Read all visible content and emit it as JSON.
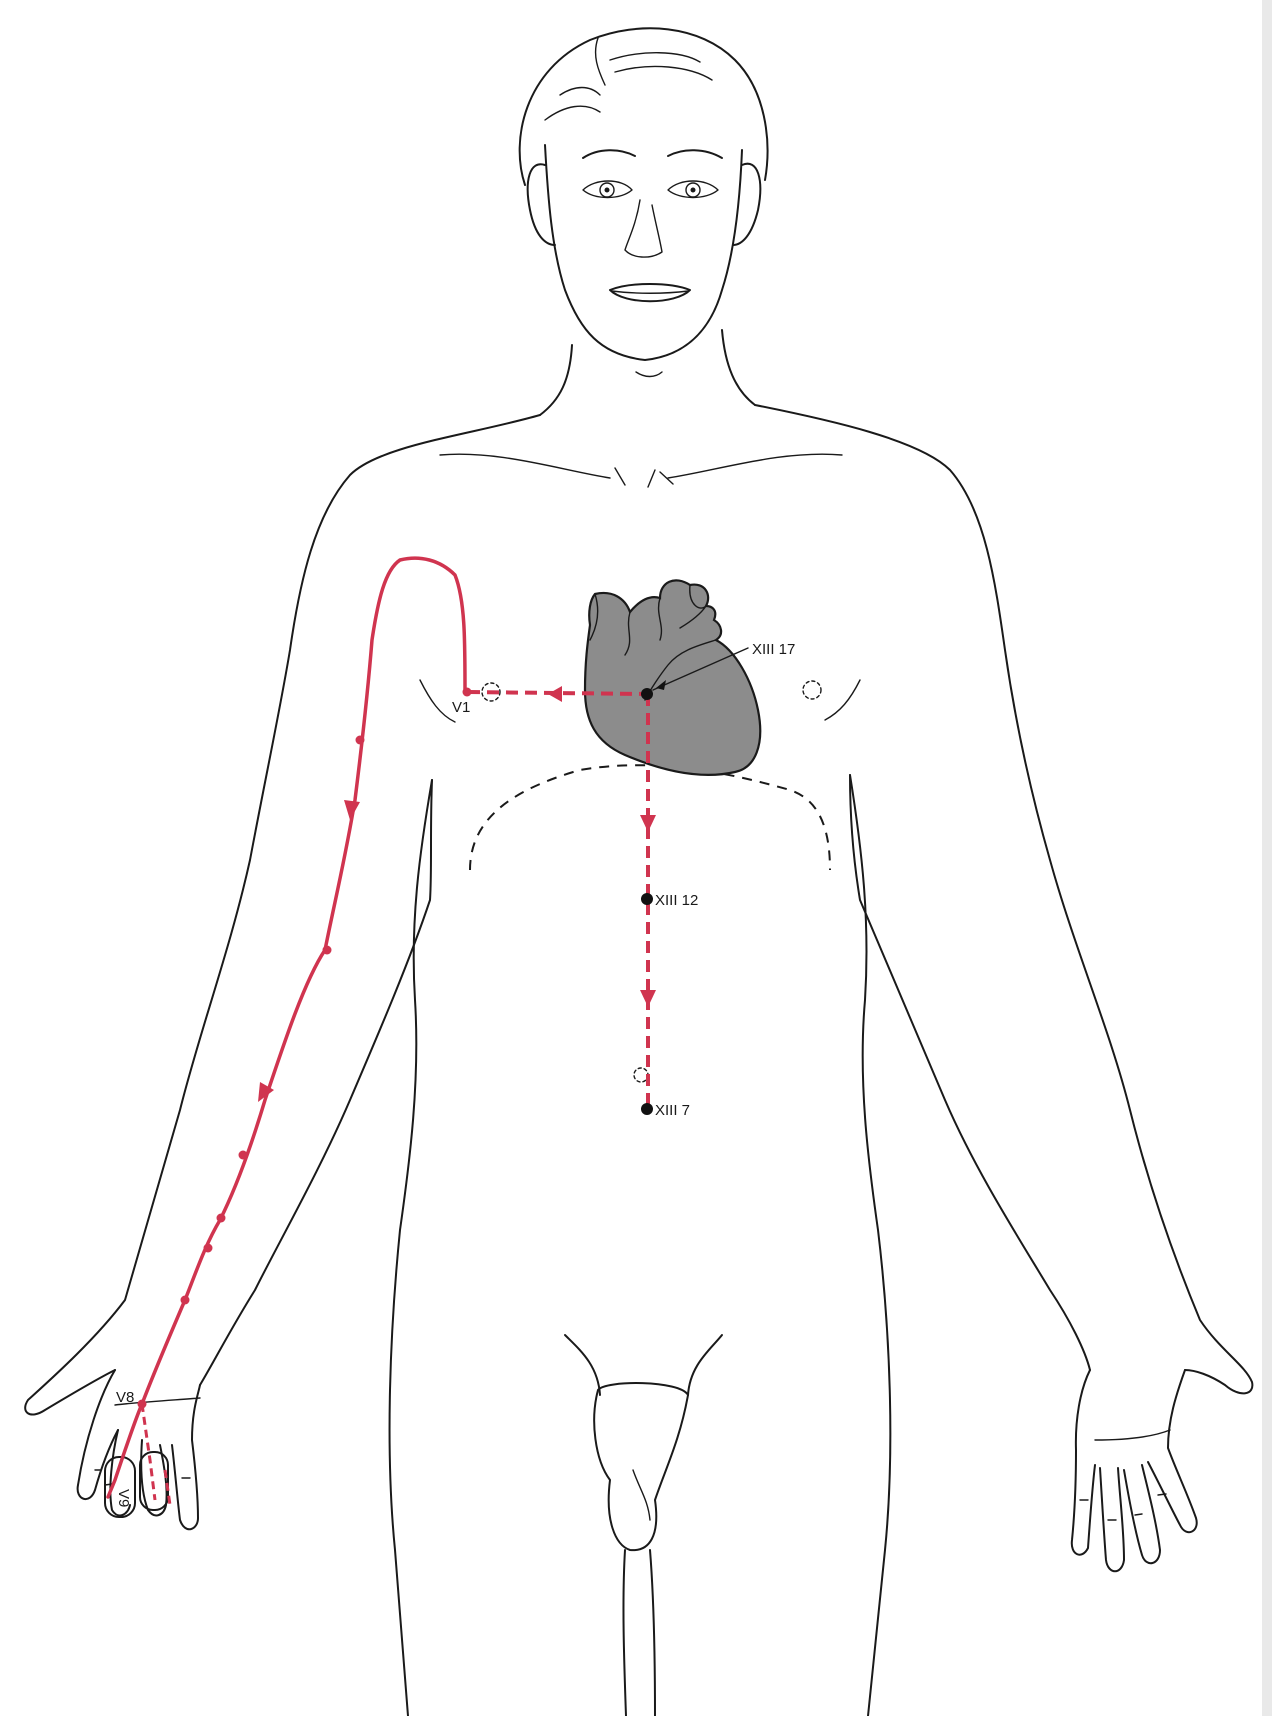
{
  "colors": {
    "meridian": "#d0344f",
    "heart_fill": "#8c8c8c",
    "outline": "#1a1a1a"
  },
  "labels": {
    "xiii17": "XIII 17",
    "v1": "V1",
    "xiii12": "XIII 12",
    "xiii7": "XIII 7",
    "v8": "V8",
    "v9": "V9"
  }
}
